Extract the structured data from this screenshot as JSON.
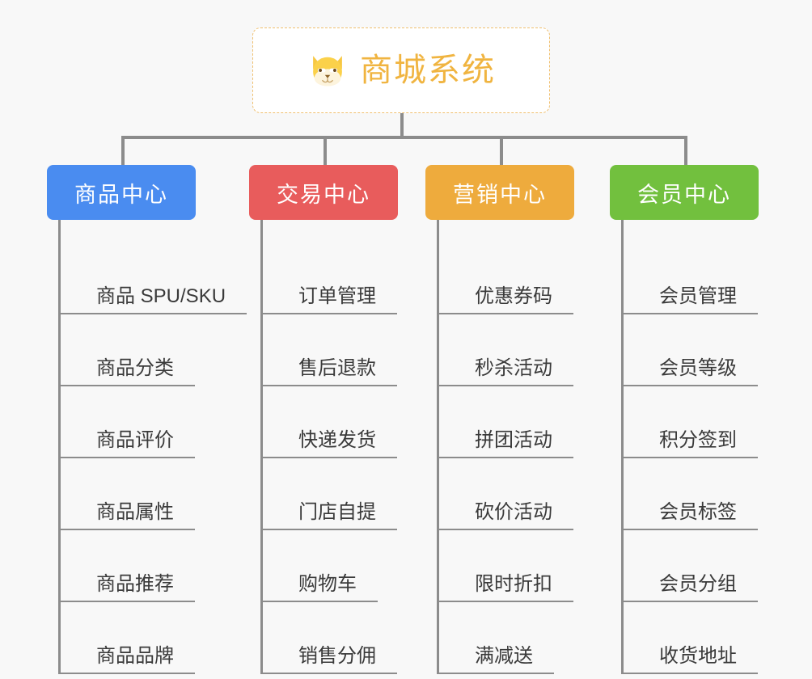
{
  "page": {
    "background_color": "#f8f8f8",
    "diagram_type": "mind-map-tree"
  },
  "root": {
    "title": "商城系统",
    "icon": "shiba-dog-face-icon",
    "text_color": "#f0b440",
    "border_color": "#f0c070",
    "fill_color": "#ffffff"
  },
  "connector": {
    "color": "#8c8c8c"
  },
  "branches": [
    {
      "id": "product-center",
      "label": "商品中心",
      "color": "#4a8cf0",
      "items": [
        {
          "label": "商品 SPU/SKU"
        },
        {
          "label": "商品分类"
        },
        {
          "label": "商品评价"
        },
        {
          "label": "商品属性"
        },
        {
          "label": "商品推荐"
        },
        {
          "label": "商品品牌"
        }
      ]
    },
    {
      "id": "trade-center",
      "label": "交易中心",
      "color": "#e85c5c",
      "items": [
        {
          "label": "订单管理"
        },
        {
          "label": "售后退款"
        },
        {
          "label": "快递发货"
        },
        {
          "label": "门店自提"
        },
        {
          "label": "购物车"
        },
        {
          "label": "销售分佣"
        }
      ]
    },
    {
      "id": "marketing-center",
      "label": "营销中心",
      "color": "#eeab3d",
      "items": [
        {
          "label": "优惠券码"
        },
        {
          "label": "秒杀活动"
        },
        {
          "label": "拼团活动"
        },
        {
          "label": "砍价活动"
        },
        {
          "label": "限时折扣"
        },
        {
          "label": "满减送"
        }
      ]
    },
    {
      "id": "member-center",
      "label": "会员中心",
      "color": "#72c03e",
      "items": [
        {
          "label": "会员管理"
        },
        {
          "label": "会员等级"
        },
        {
          "label": "积分签到"
        },
        {
          "label": "会员标签"
        },
        {
          "label": "会员分组"
        },
        {
          "label": "收货地址"
        }
      ]
    }
  ]
}
